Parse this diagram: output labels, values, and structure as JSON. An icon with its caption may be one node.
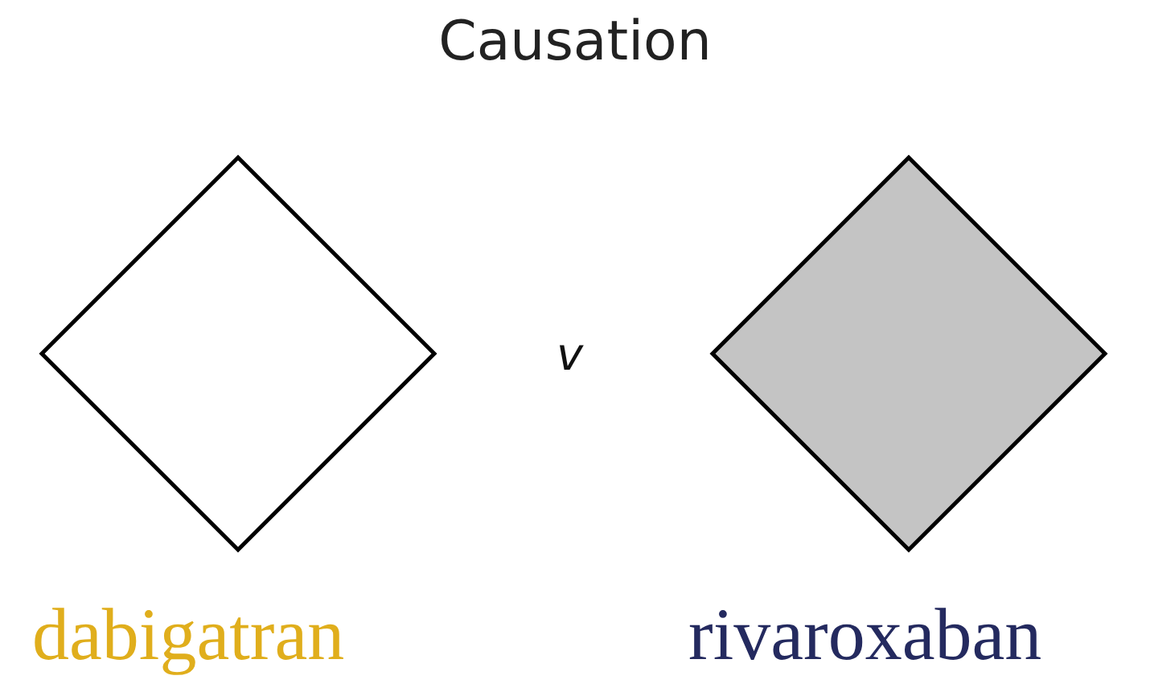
{
  "diagram": {
    "title": "Causation",
    "nodes": [
      {
        "text": [],
        "shape": "diamond",
        "beside": [
          "dabigatran"
        ]
      },
      {
        "text": [],
        "shape": "diamond",
        "beside": [
          "rivaroxaban"
        ]
      }
    ],
    "labels": [
      "v"
    ]
  }
}
